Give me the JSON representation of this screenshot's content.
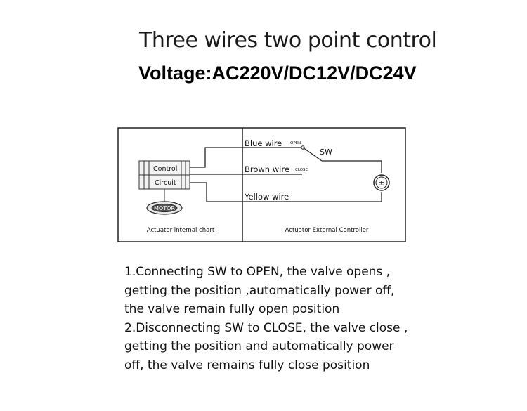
{
  "title": "Three wires two point control",
  "voltage": "Voltage:AC220V/DC12V/DC24V",
  "diagram": {
    "left_panel": {
      "box_top_label": "Control",
      "box_bottom_label": "Circuit",
      "motor_label": "MOTOR",
      "caption": "Actuator internal chart"
    },
    "right_panel": {
      "blue_wire": "Blue wire",
      "brown_wire": "Brown wire",
      "yellow_wire": "Yellow wire",
      "open_label": "OPEN",
      "close_label": "CLOSE",
      "switch_label": "SW",
      "power_symbol": "±",
      "caption": "Actuator External Controller"
    }
  },
  "instructions": [
    "1.Connecting SW to OPEN, the valve opens ,",
    "getting the position ,automatically power off,",
    "the valve remain fully open position",
    "2.Disconnecting SW to CLOSE, the valve close ,",
    "getting the position and automatically power",
    "off, the valve remains fully close position"
  ]
}
